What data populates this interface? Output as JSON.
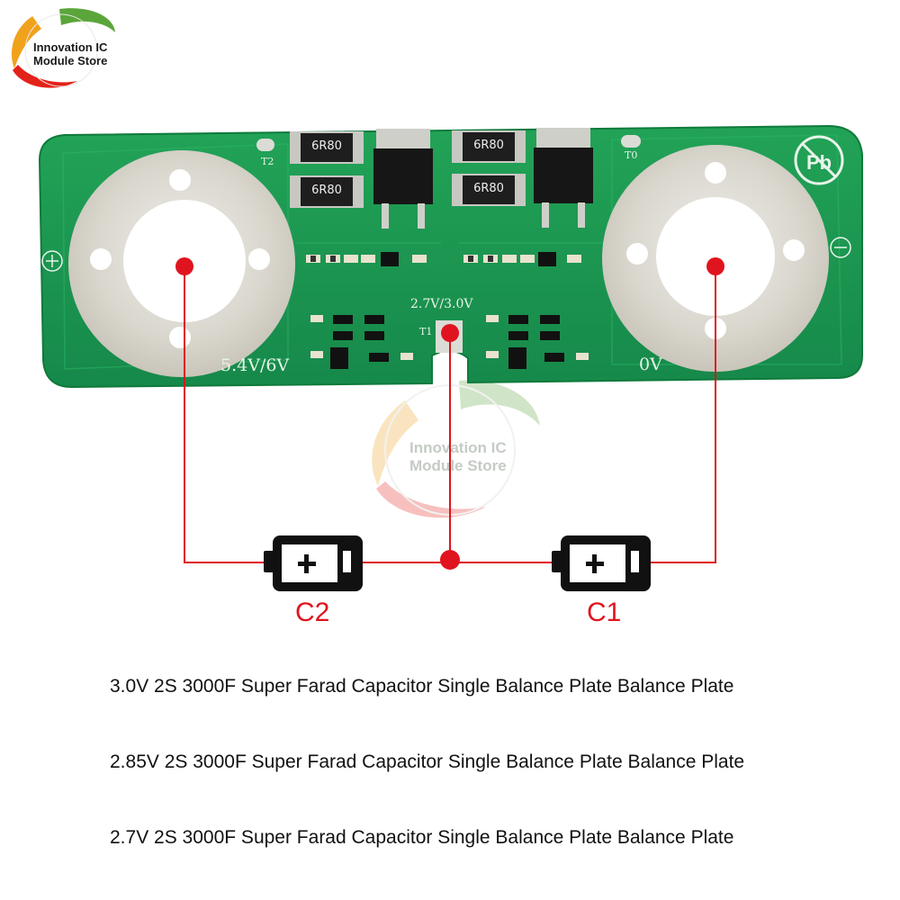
{
  "brand": {
    "name_line1": "Innovation IC",
    "name_line2": "Module Store",
    "colors": {
      "green": "#5aa63a",
      "orange": "#f0a21c",
      "red": "#e32219"
    }
  },
  "board": {
    "color": "#1c9a4e",
    "resistor_marking": "6R80",
    "label_left": "5.4V/6V",
    "label_right": "0V",
    "label_center": "2.7V/3.0V",
    "pad_label_t0": "T0",
    "pad_label_t1": "T1",
    "pad_label_t2": "T2",
    "plus_symbol_icon": "circle-plus-icon",
    "minus_symbol_icon": "circle-minus-icon",
    "pb_free_icon": "pb-free-icon"
  },
  "watermark": {
    "line1": "Innovation IC",
    "line2": "Module Store"
  },
  "diagram": {
    "wire_color": "#e0141e",
    "capacitors": [
      {
        "label": "C2",
        "icon": "battery-icon"
      },
      {
        "label": "C1",
        "icon": "battery-icon"
      }
    ]
  },
  "descriptions": [
    "3.0V 2S 3000F Super Farad Capacitor Single Balance Plate Balance Plate",
    "2.85V 2S 3000F Super Farad Capacitor Single Balance Plate Balance Plate",
    "2.7V 2S 3000F Super Farad Capacitor Single Balance Plate Balance Plate"
  ]
}
